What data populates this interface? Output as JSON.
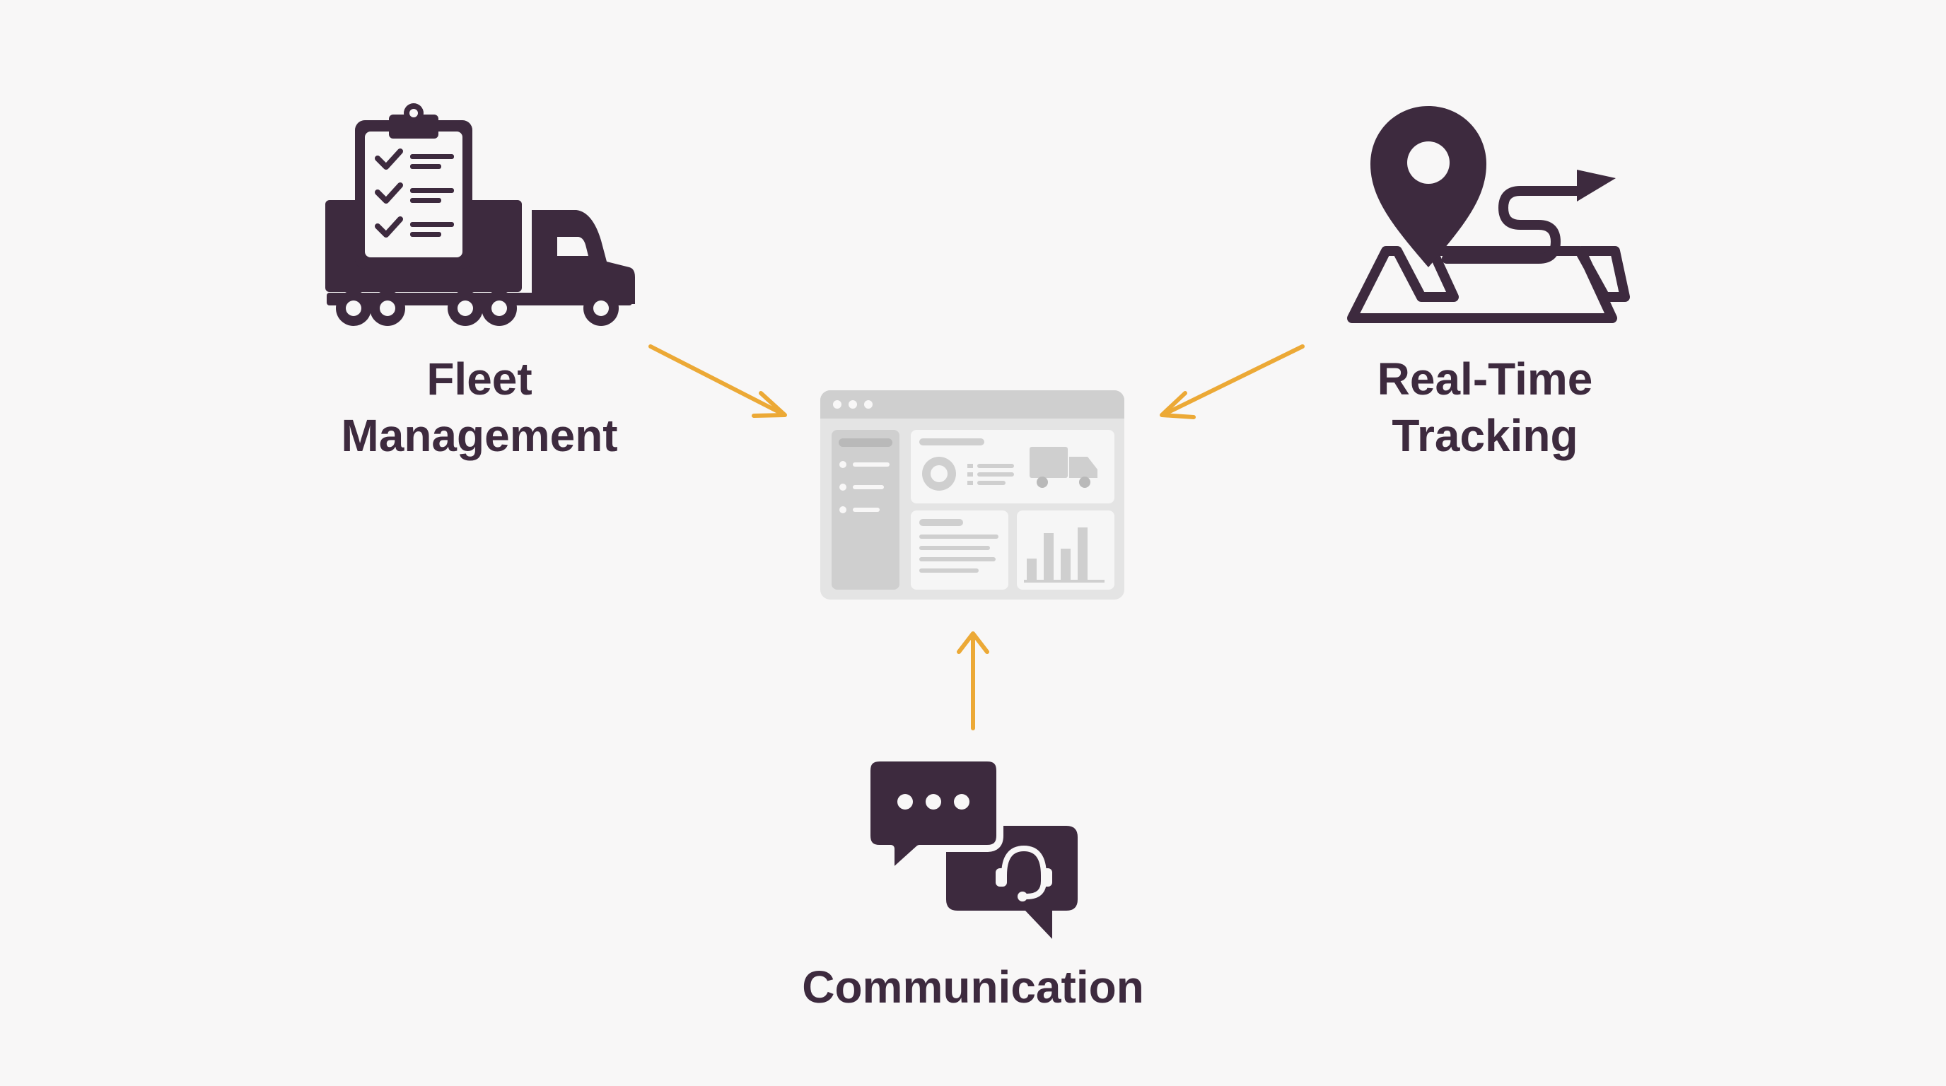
{
  "colors": {
    "icon": "#3d2a3e",
    "arrow": "#eca936",
    "text": "#3d2a3e",
    "dashboard": "#d2d2d2",
    "background": "#f8f7f7"
  },
  "nodes": {
    "fleet": {
      "icon": "truck-with-checklist-icon",
      "label_line1": "Fleet",
      "label_line2": "Management"
    },
    "tracking": {
      "icon": "map-pin-route-icon",
      "label_line1": "Real-Time",
      "label_line2": "Tracking"
    },
    "communication": {
      "icon": "chat-headset-icon",
      "label": "Communication"
    },
    "hub": {
      "icon": "dashboard-window-icon"
    }
  },
  "edges": [
    {
      "from": "fleet",
      "to": "hub"
    },
    {
      "from": "tracking",
      "to": "hub"
    },
    {
      "from": "communication",
      "to": "hub"
    }
  ]
}
